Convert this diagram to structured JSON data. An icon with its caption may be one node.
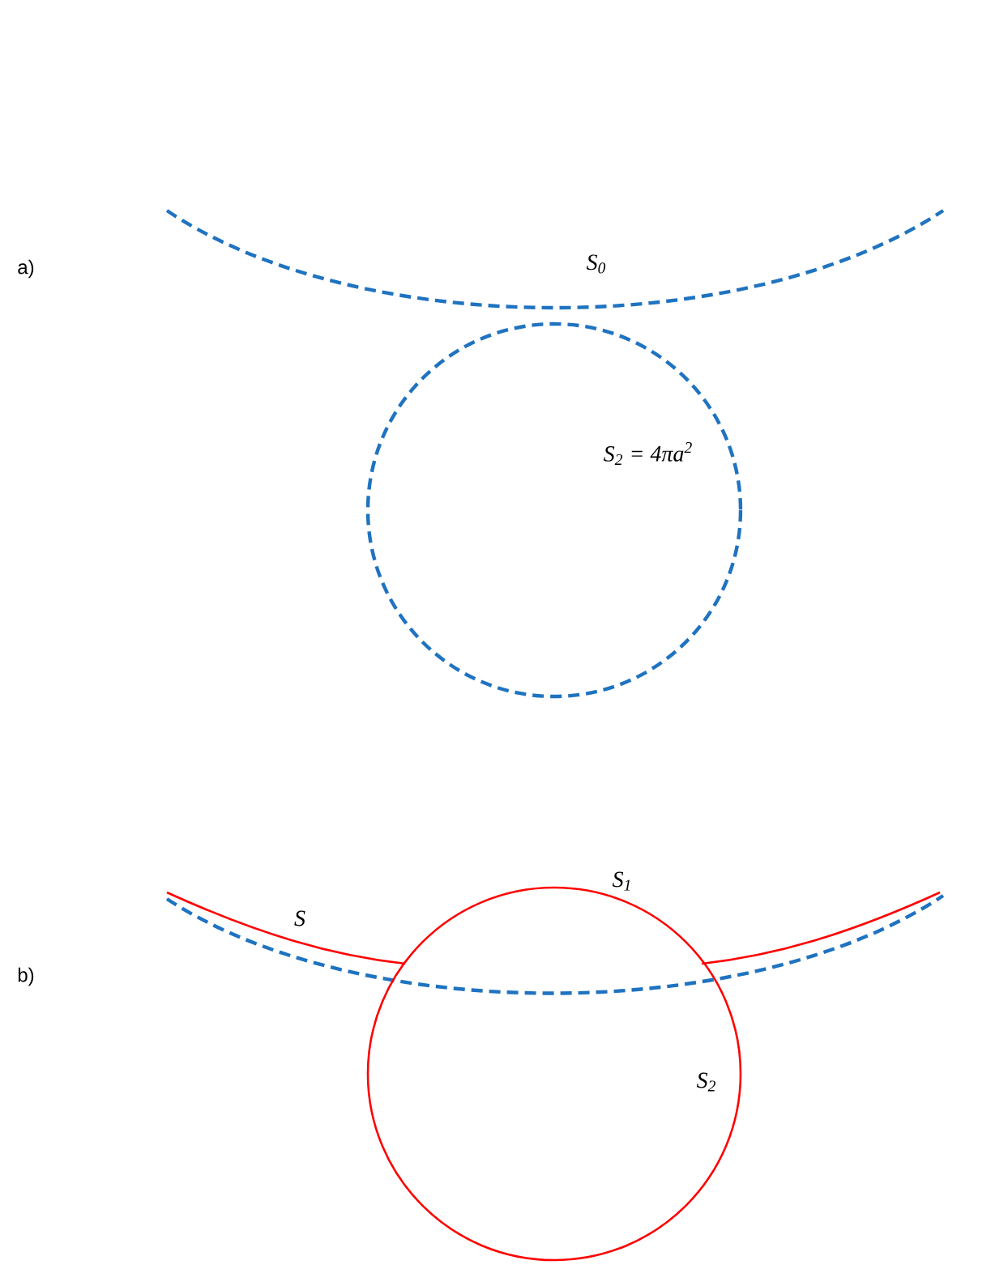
{
  "diagram": {
    "labels": [
      "a)",
      "S$_{0}$",
      "S$_{2}$ = 4πa$^{2}$",
      "b)",
      "S",
      "S$_{1}$",
      "S$_{2}$"
    ]
  }
}
